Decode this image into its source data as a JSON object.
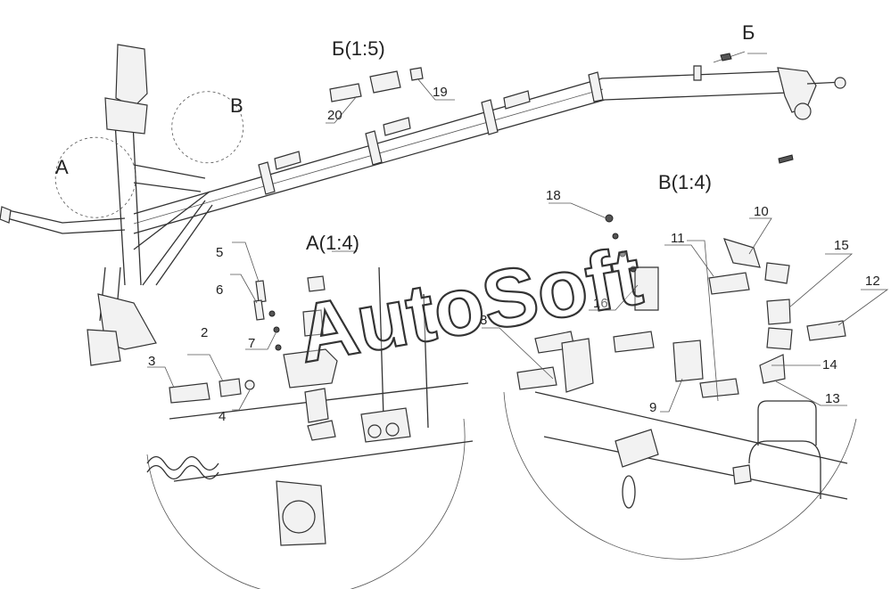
{
  "view_titles": {
    "a": "А",
    "b": "Б",
    "v": "В",
    "b_scale": "Б(1:5)",
    "a_scale": "А(1:4)",
    "v_scale": "В(1:4)"
  },
  "callouts": {
    "n2": "2",
    "n3": "3",
    "n4": "4",
    "n5": "5",
    "n6": "6",
    "n7": "7",
    "n8": "8",
    "n9": "9",
    "n10": "10",
    "n11": "11",
    "n12": "12",
    "n13": "13",
    "n14": "14",
    "n15": "15",
    "n16": "16",
    "n18": "18",
    "n19": "19",
    "n20": "20"
  },
  "watermark": "AutoSoft",
  "colors": {
    "line": "#333333",
    "background": "#ffffff"
  }
}
